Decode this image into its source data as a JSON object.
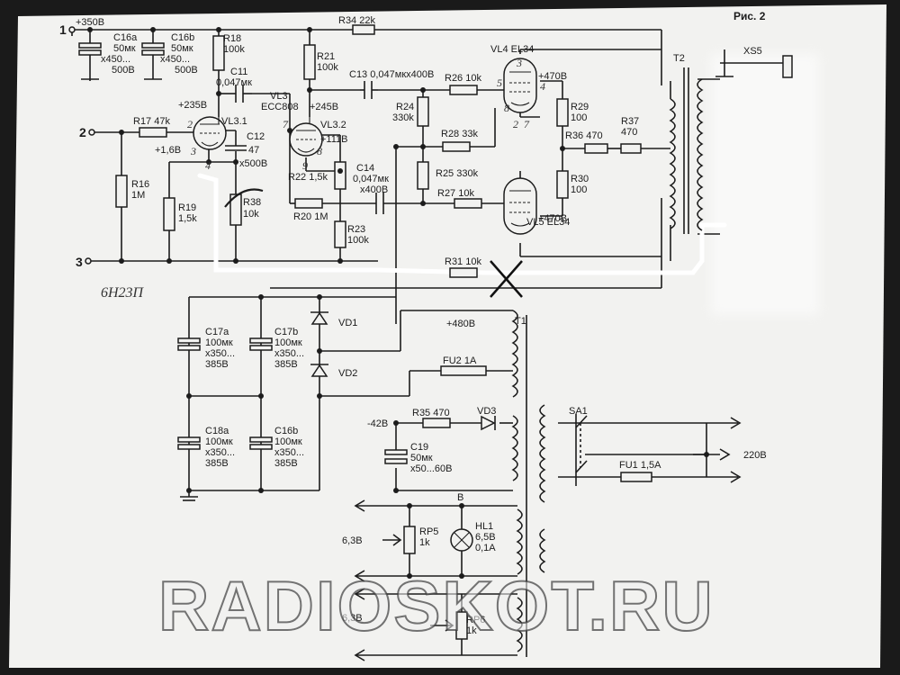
{
  "figure": {
    "caption": "Рис. 2",
    "tube_note": "6Н23П",
    "watermark": "RADIOSKOT.RU"
  },
  "terminals": {
    "t1": "1",
    "t1_voltage": "+350В",
    "t2": "2",
    "t3": "3"
  },
  "input_stage": {
    "c16a": [
      "C16a",
      "50мк",
      "x450...",
      "500В"
    ],
    "c16b": [
      "C16b",
      "50мк",
      "x450...",
      "500В"
    ],
    "r18": [
      "R18",
      "100k"
    ],
    "r34": "R34 22k",
    "r21": [
      "R21",
      "100k"
    ],
    "c11": [
      "C11",
      "0,047мк"
    ],
    "v235": "+235В",
    "vl3": [
      "VL3",
      "ECC808",
      "VL3.1",
      "VL3.2"
    ],
    "v245": "+245В",
    "v111": "+111В",
    "r17": "R17 47k",
    "v16": "+1,6В",
    "c12": [
      "C12",
      "47",
      "x500В"
    ],
    "r16": [
      "R16",
      "1M"
    ],
    "r19": [
      "R19",
      "1,5k"
    ],
    "r38": [
      "R38",
      "10k"
    ],
    "r22": "R22 1,5k",
    "c14": [
      "C14",
      "0,047мк",
      "x400В"
    ],
    "r20": "R20 1M",
    "r23": [
      "R23",
      "100k"
    ],
    "c13": "C13 0,047мкx400В"
  },
  "output_stage": {
    "vl4": "VL4 EL34",
    "vl5": "VL5 EL34",
    "v470a": "+470В",
    "v470b": "+470В",
    "r26": "R26 10k",
    "r24": [
      "R24",
      "330k"
    ],
    "r28": "R28 33k",
    "r25": "R25 330k",
    "r27": "R27 10k",
    "r29": [
      "R29",
      "100"
    ],
    "r30": [
      "R30",
      "100"
    ],
    "r36": "R36 470",
    "r37": [
      "R37",
      "470"
    ],
    "t2": "T2",
    "xs5": "XS5",
    "r31": "R31 10k"
  },
  "power_supply": {
    "c17a": [
      "C17a",
      "100мк",
      "x350...",
      "385В"
    ],
    "c17b": [
      "C17b",
      "100мк",
      "x350...",
      "385В"
    ],
    "c18a": [
      "C18a",
      "100мк",
      "x350...",
      "385В"
    ],
    "c16b2": [
      "C16b",
      "100мк",
      "x350...",
      "385В"
    ],
    "vd1": "VD1",
    "vd2": "VD2",
    "v480": "+480В",
    "t1": "T1",
    "fu2": "FU2 1A",
    "v42": "-42В",
    "r35": "R35 470",
    "vd3": "VD3",
    "c19": [
      "C19",
      "50мк",
      "x50...60В"
    ],
    "sa1": "SA1",
    "fu1": "FU1 1,5A",
    "mains": "220В",
    "v_node": "В",
    "v63a": "6,3В",
    "rp5": [
      "RP5",
      "1k"
    ],
    "hl1": [
      "HL1",
      "6,5В",
      "0,1A"
    ],
    "v63b": "6,3В",
    "rp6": [
      "RP6",
      "1k"
    ]
  },
  "handwritten_pins": [
    "2",
    "3",
    "4",
    "7",
    "8",
    "9",
    "3",
    "5",
    "4",
    "8",
    "2",
    "7"
  ],
  "colors": {
    "paper": "#f2f2f0",
    "ink": "#1c1c1c",
    "mat": "#1a1a1a"
  }
}
